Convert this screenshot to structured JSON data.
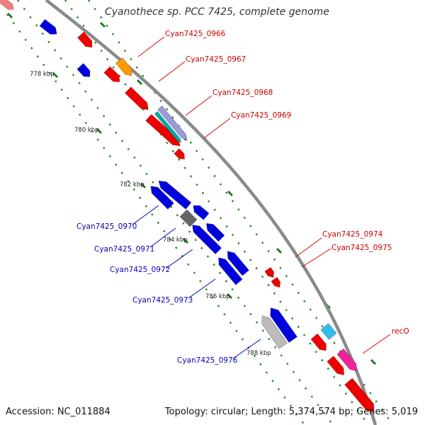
{
  "title": "Cyanothece sp. PCC 7425, complete genome",
  "footer": {
    "accession": "Accession: NC_011884",
    "topology": "Topology: circular; Length: 5,374,574 bp; Genes: 5,019"
  },
  "colors": {
    "backbone": "#8a8a8a",
    "dotted_track": "#228b22",
    "forward_label": "#cc0000",
    "reverse_label": "#0000bb"
  },
  "kbp_labels": [
    "778 kbp",
    "780 kbp",
    "782 kbp",
    "784 kbp",
    "786 kbp",
    "788 kbp"
  ],
  "gene_labels": [
    {
      "text": "Cyan7425_0966",
      "strand": "forward"
    },
    {
      "text": "Cyan7425_0967",
      "strand": "forward"
    },
    {
      "text": "Cyan7425_0968",
      "strand": "forward"
    },
    {
      "text": "Cyan7425_0969",
      "strand": "forward"
    },
    {
      "text": "Cyan7425_0970",
      "strand": "reverse"
    },
    {
      "text": "Cyan7425_0971",
      "strand": "reverse"
    },
    {
      "text": "Cyan7425_0972",
      "strand": "reverse"
    },
    {
      "text": "Cyan7425_0973",
      "strand": "reverse"
    },
    {
      "text": "Cyan7425_0974",
      "strand": "forward"
    },
    {
      "text": "Cyan7425_0975",
      "strand": "forward"
    },
    {
      "text": "recO",
      "strand": "forward"
    },
    {
      "text": "Cyan7425_0976",
      "strand": "reverse"
    }
  ]
}
